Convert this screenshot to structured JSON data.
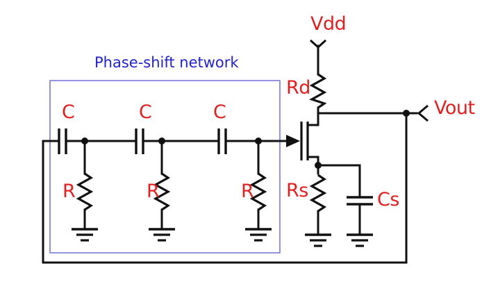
{
  "diagram": {
    "title": "RC phase-shift oscillator schematic",
    "background_color": "#ffffff",
    "wire_color": "#111111",
    "label_color": "#e02020",
    "box_color": "#7a78d6",
    "annotation_color": "#2222cc"
  },
  "annotations": {
    "phase_shift_network": "Phase-shift network"
  },
  "labels": {
    "cap1": "C",
    "cap2": "C",
    "cap3": "C",
    "res1": "R",
    "res2": "R",
    "res3": "R",
    "rd": "Rd",
    "rs": "Rs",
    "cs": "Cs",
    "vdd": "Vdd",
    "vout": "Vout"
  },
  "components": [
    {
      "name": "C1",
      "type": "capacitor",
      "label": "C",
      "orientation": "horizontal"
    },
    {
      "name": "C2",
      "type": "capacitor",
      "label": "C",
      "orientation": "horizontal"
    },
    {
      "name": "C3",
      "type": "capacitor",
      "label": "C",
      "orientation": "horizontal"
    },
    {
      "name": "R1",
      "type": "resistor",
      "label": "R",
      "orientation": "vertical"
    },
    {
      "name": "R2",
      "type": "resistor",
      "label": "R",
      "orientation": "vertical"
    },
    {
      "name": "R3",
      "type": "resistor",
      "label": "R",
      "orientation": "vertical"
    },
    {
      "name": "Rd",
      "type": "resistor",
      "label": "Rd",
      "orientation": "vertical"
    },
    {
      "name": "Rs",
      "type": "resistor",
      "label": "Rs",
      "orientation": "vertical"
    },
    {
      "name": "Cs",
      "type": "capacitor",
      "label": "Cs",
      "orientation": "vertical"
    },
    {
      "name": "Q1",
      "type": "fet-transistor",
      "label": "",
      "orientation": "vertical"
    }
  ],
  "terminals": [
    {
      "name": "Vdd",
      "label": "Vdd",
      "style": "arrow-up"
    },
    {
      "name": "Vout",
      "label": "Vout",
      "style": "arrow-left"
    }
  ],
  "grounds": [
    {
      "name": "gnd-r1"
    },
    {
      "name": "gnd-r2"
    },
    {
      "name": "gnd-r3"
    },
    {
      "name": "gnd-rs"
    },
    {
      "name": "gnd-cs"
    }
  ]
}
